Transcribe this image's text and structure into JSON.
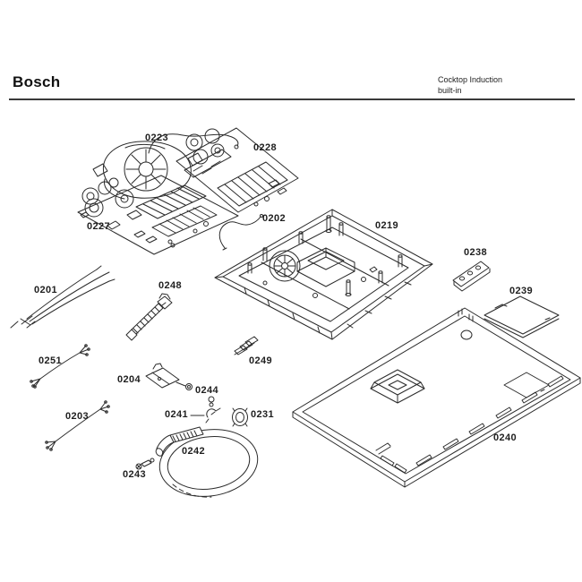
{
  "header": {
    "brand": "Bosch",
    "product": "Cocktop Induction",
    "variant": "built-in"
  },
  "diagram": {
    "parts": [
      {
        "id": "fan",
        "label": "0223"
      },
      {
        "id": "power-module-upper",
        "label": "0228"
      },
      {
        "id": "power-module-lower",
        "label": "0227"
      },
      {
        "id": "jumper-wire",
        "label": "0202"
      },
      {
        "id": "housing-tray",
        "label": "0219"
      },
      {
        "id": "bracket",
        "label": "0238"
      },
      {
        "id": "pad",
        "label": "0239"
      },
      {
        "id": "wire-set",
        "label": "0201"
      },
      {
        "id": "supply-cable",
        "label": "0248"
      },
      {
        "id": "wire-harness-upper",
        "label": "0251"
      },
      {
        "id": "plug-connector",
        "label": "0249"
      },
      {
        "id": "holder",
        "label": "0204"
      },
      {
        "id": "nut",
        "label": "0244"
      },
      {
        "id": "clamp",
        "label": "0241"
      },
      {
        "id": "grommet",
        "label": "0231"
      },
      {
        "id": "wire-harness-lower",
        "label": "0203"
      },
      {
        "id": "flexible-conduit",
        "label": "0242"
      },
      {
        "id": "screw-fitting",
        "label": "0243"
      },
      {
        "id": "bottom-pan",
        "label": "0240"
      }
    ]
  }
}
